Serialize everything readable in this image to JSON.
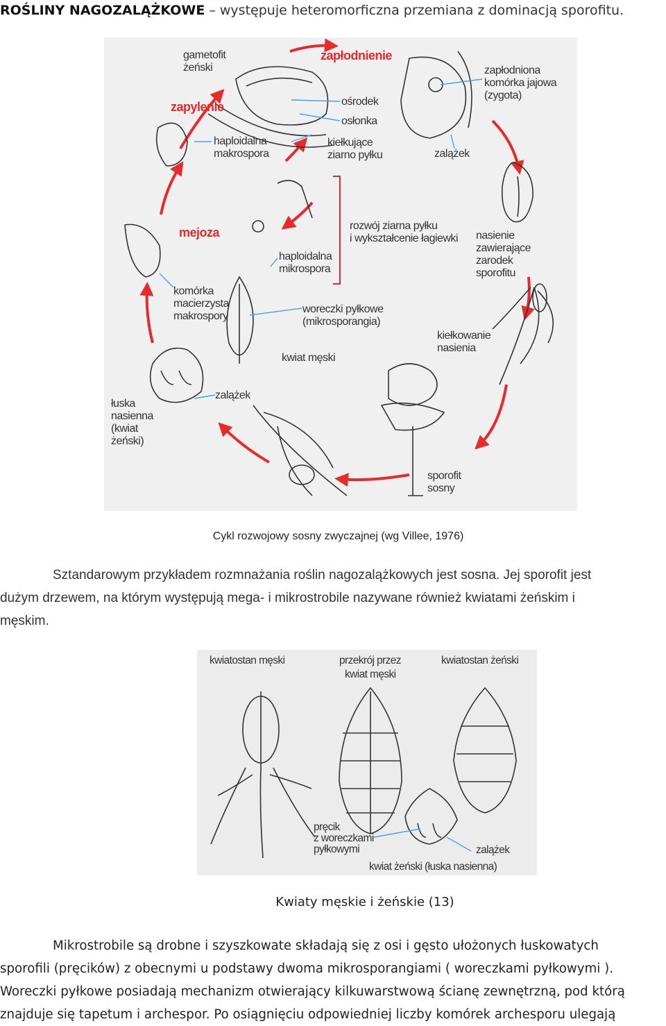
{
  "heading": {
    "bold": "ROŚLINY NAGOZALĄŻKOWE",
    "rest": " – występuje heteromorficzna przemiana z dominacją sporofitu."
  },
  "figure1": {
    "labels": {
      "gametofit": "gametofit",
      "zenski": "żeński",
      "zaplodnienie": "zapłodnienie",
      "zaplodniona": "zapłodniona",
      "komorka_jajowa": "komórka jajowa",
      "zygota": "(zygota)",
      "osrodek": "ośrodek",
      "oslonka": "osłonka",
      "zapylenie": "zapylenie",
      "haploidalna_1": "haploidalna",
      "makrospora": "makrospora",
      "kielkujace": "kiełkujące",
      "ziarno_pylku": "ziarno pyłku",
      "zalazek_1": "zalążek",
      "rozwoj_1": "rozwój ziarna pyłku",
      "rozwoj_2": "i wykształcenie łagiewki",
      "mejoza": "mejoza",
      "haploidalna_2": "haploidalna",
      "mikrospora": "mikrospora",
      "nasienie_1": "nasienie",
      "nasienie_2": "zawierające",
      "nasienie_3": "zarodek",
      "nasienie_4": "sporofitu",
      "komorka_1": "komórka",
      "komorka_2": "macierzysta",
      "komorka_3": "makrospory",
      "woreczki_1": "woreczki pyłkowe",
      "woreczki_2": "(mikrosporangia)",
      "kielkowanie_1": "kiełkowanie",
      "kielkowanie_2": "nasienia",
      "kwiat_meski": "kwiat męski",
      "zalazek_2": "zalążek",
      "luska_1": "łuska",
      "luska_2": "nasienna",
      "luska_3": "(kwiat",
      "luska_4": "żeński)",
      "sporofit_1": "sporofit",
      "sporofit_2": "sosny"
    }
  },
  "caption1": "Cykl rozwojowy sosny zwyczajnej (wg Villee, 1976)",
  "paragraph1": {
    "line1": "Sztandarowym przykładem rozmnażania roślin nagozalążkowych jest sosna.  Jej sporofit jest",
    "line2": "dużym drzewem, na którym występują mega- i mikrostrobile nazywane również kwiatami żeńskim i",
    "line3": "męskim."
  },
  "figure2": {
    "labels": {
      "kwiatostan_meski": "kwiatostan męski",
      "przekroj_1": "przekrój przez",
      "przekroj_2": "kwiat męski",
      "kwiatostan_zenski": "kwiatostan żeński",
      "precik_1": "pręcik",
      "precik_2": "z woreczkami",
      "precik_3": "pyłkowymi",
      "zalazek": "zalążek",
      "kwiat_zenski": "kwiat żeński (łuska nasienna)"
    }
  },
  "caption2": "Kwiaty męskie i żeńskie (13)",
  "paragraph2": {
    "line1": "Mikrostrobile są drobne i szyszkowate składają się z osi i gęsto ułożonych łuskowatych",
    "line2": "sporofili (pręcików) z obecnymi u podstawy dwoma mikrosporangiami ( woreczkami pyłkowymi ).",
    "line3": "Woreczki pyłkowe posiadają mechanizm otwierający kilkuwarstwową ścianę zewnętrzną, pod którą",
    "line4": "znajduje się tapetum i archespor.  Po osiągnięciu odpowiedniej liczby komórek archesporu ulegają"
  },
  "colors": {
    "accent_red": "#e52b2b",
    "pointer_blue": "#4aa3df",
    "figure_bg": "#f0f0f0"
  }
}
